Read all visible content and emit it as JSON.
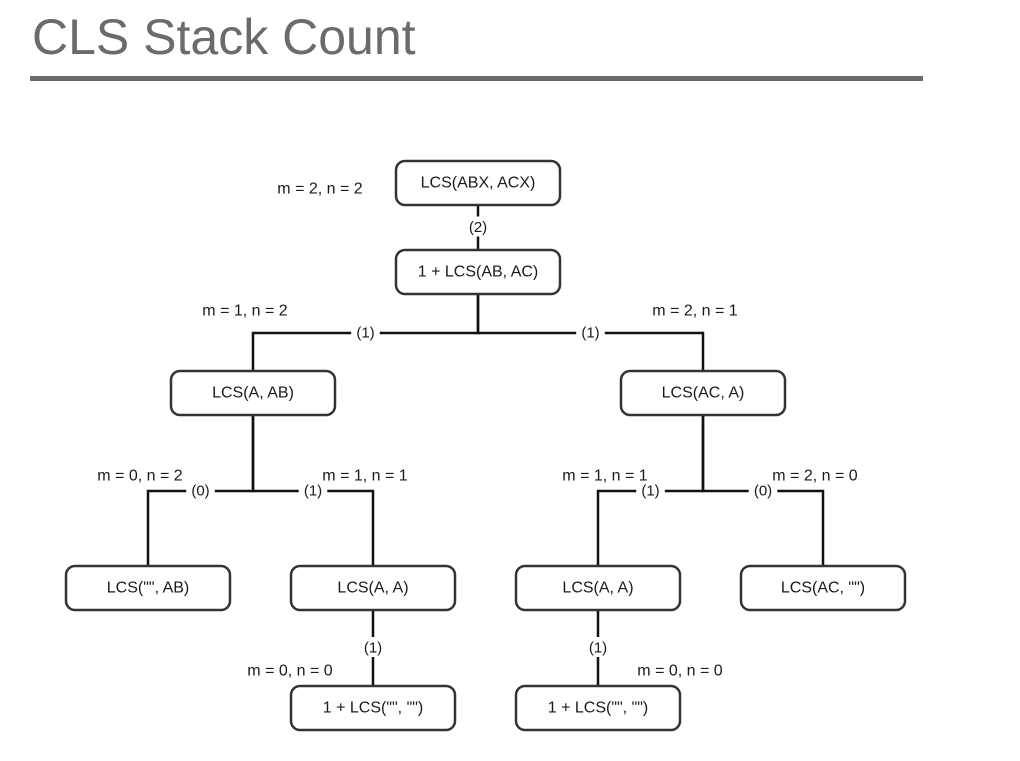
{
  "title": "CLS Stack Count",
  "colors": {
    "title": "#6b6b6b",
    "node_stroke": "#333333",
    "edge": "#111111",
    "text": "#1a1a1a"
  },
  "nodes": [
    {
      "id": "root",
      "label": "LCS(ABX, ACX)",
      "annotation": "m = 2, n = 2"
    },
    {
      "id": "n1",
      "label": "1 + LCS(AB, AC)",
      "annotation": ""
    },
    {
      "id": "n2",
      "label": "LCS(A, AB)",
      "annotation": "m = 1, n = 2"
    },
    {
      "id": "n3",
      "label": "LCS(AC, A)",
      "annotation": "m = 2, n = 1"
    },
    {
      "id": "n4",
      "label": "LCS(\"\", AB)",
      "annotation": "m = 0, n = 2"
    },
    {
      "id": "n5",
      "label": "LCS(A, A)",
      "annotation": "m = 1, n = 1"
    },
    {
      "id": "n6",
      "label": "LCS(A, A)",
      "annotation": "m = 1, n = 1"
    },
    {
      "id": "n7",
      "label": "LCS(AC, \"\")",
      "annotation": "m = 2, n = 0"
    },
    {
      "id": "n8",
      "label": "1 + LCS(\"\", \"\")",
      "annotation": "m = 0, n = 0"
    },
    {
      "id": "n9",
      "label": "1 + LCS(\"\", \"\")",
      "annotation": "m = 0, n = 0"
    }
  ],
  "edges": [
    {
      "from": "root",
      "to": "n1",
      "label": "(2)"
    },
    {
      "from": "n1",
      "to": "n2",
      "label": "(1)"
    },
    {
      "from": "n1",
      "to": "n3",
      "label": "(1)"
    },
    {
      "from": "n2",
      "to": "n4",
      "label": "(0)"
    },
    {
      "from": "n2",
      "to": "n5",
      "label": "(1)"
    },
    {
      "from": "n3",
      "to": "n6",
      "label": "(1)"
    },
    {
      "from": "n3",
      "to": "n7",
      "label": "(0)"
    },
    {
      "from": "n5",
      "to": "n8",
      "label": "(1)"
    },
    {
      "from": "n6",
      "to": "n9",
      "label": "(1)"
    }
  ]
}
